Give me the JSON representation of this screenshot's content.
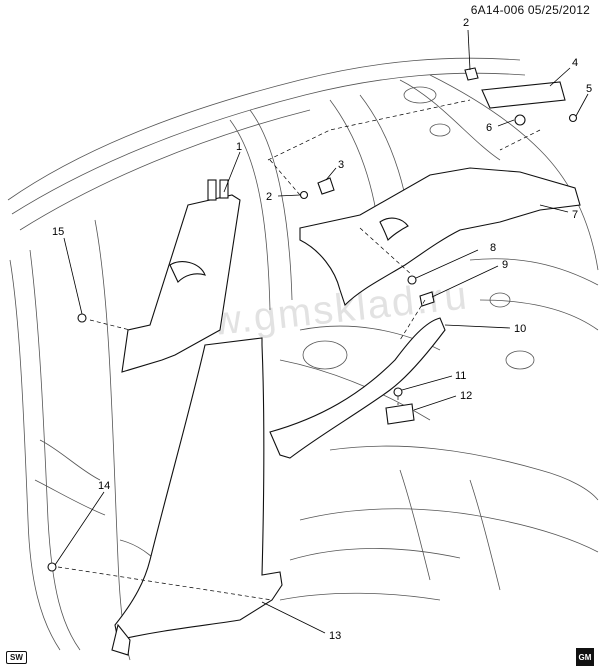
{
  "header": {
    "ref": "6A14-006 05/25/2012"
  },
  "footer": {
    "sw_badge": "SW",
    "gm_logo": "GM"
  },
  "watermark": "www.gmsklad.ru",
  "callouts": [
    {
      "id": "1",
      "label": "1"
    },
    {
      "id": "2",
      "label": "2"
    },
    {
      "id": "2b",
      "label": "2"
    },
    {
      "id": "3",
      "label": "3"
    },
    {
      "id": "4",
      "label": "4"
    },
    {
      "id": "5",
      "label": "5"
    },
    {
      "id": "6",
      "label": "6"
    },
    {
      "id": "7",
      "label": "7"
    },
    {
      "id": "8",
      "label": "8"
    },
    {
      "id": "9",
      "label": "9"
    },
    {
      "id": "10",
      "label": "10"
    },
    {
      "id": "11",
      "label": "11"
    },
    {
      "id": "12",
      "label": "12"
    },
    {
      "id": "13",
      "label": "13"
    },
    {
      "id": "14",
      "label": "14"
    },
    {
      "id": "15",
      "label": "15"
    }
  ]
}
